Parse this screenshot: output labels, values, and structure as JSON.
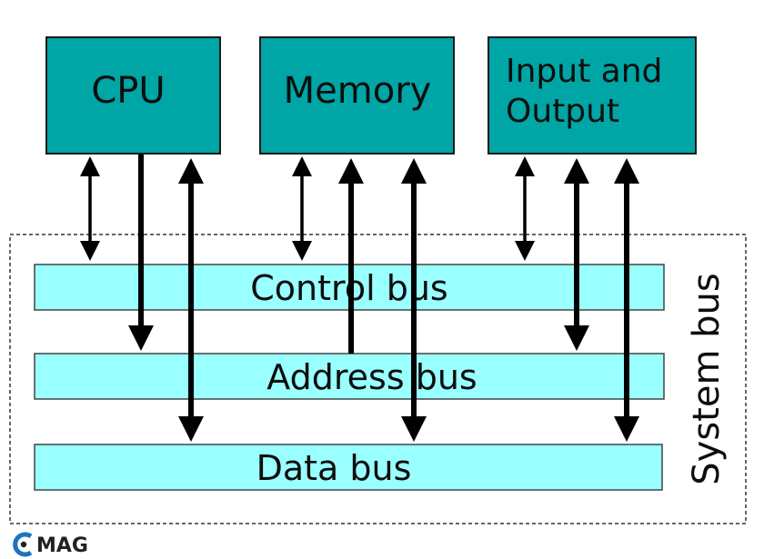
{
  "diagram": {
    "components": {
      "cpu": "CPU",
      "memory": "Memory",
      "io_line1": "Input and",
      "io_line2": "Output"
    },
    "buses": {
      "control": "Control bus",
      "address": "Address bus",
      "data": "Data bus"
    },
    "system_bus_label": "System bus",
    "connections": [
      {
        "from": "CPU",
        "to": "Control bus",
        "direction": "both"
      },
      {
        "from": "CPU",
        "to": "Address bus",
        "direction": "to-bus"
      },
      {
        "from": "CPU",
        "to": "Data bus",
        "direction": "both"
      },
      {
        "from": "Memory",
        "to": "Control bus",
        "direction": "both"
      },
      {
        "from": "Address bus",
        "to": "Memory",
        "direction": "to-component"
      },
      {
        "from": "Memory",
        "to": "Data bus",
        "direction": "both"
      },
      {
        "from": "Input and Output",
        "to": "Control bus",
        "direction": "both"
      },
      {
        "from": "Input and Output",
        "to": "Address bus",
        "direction": "both"
      },
      {
        "from": "Input and Output",
        "to": "Data bus",
        "direction": "both"
      }
    ],
    "colors": {
      "component_fill": "#00a5a5",
      "bus_fill": "#99ffff"
    }
  },
  "watermark": {
    "brand": "MAG",
    "brand_color": "#1e73be"
  }
}
